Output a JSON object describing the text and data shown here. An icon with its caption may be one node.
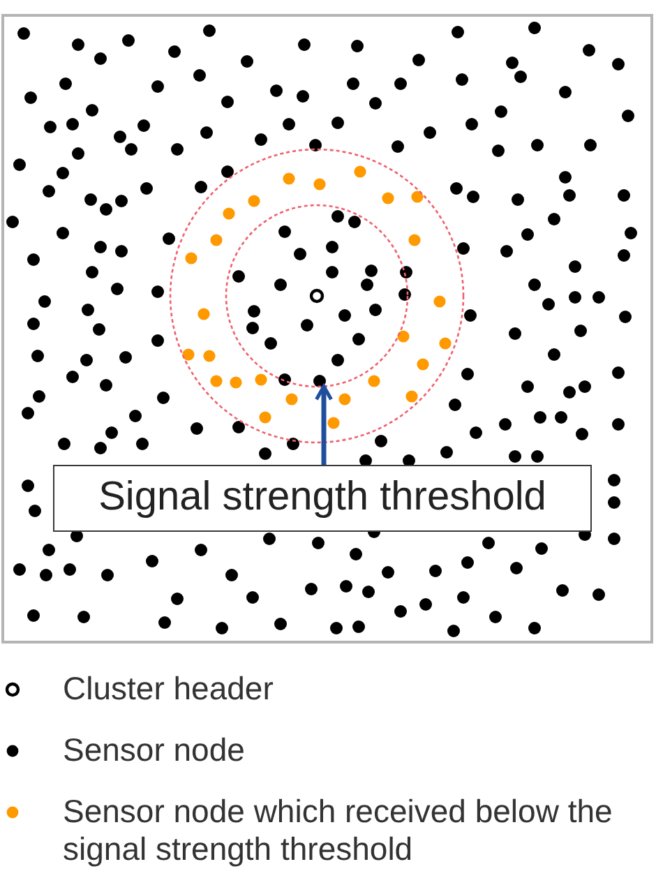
{
  "diagram": {
    "nodes": [
      {
        "text": [
          "Signal strength threshold"
        ]
      },
      {
        "text": [],
        "shape": "circle"
      }
    ],
    "edges": [
      {
        "from": 0,
        "to": 1,
        "arrow": "to"
      }
    ],
    "legend": [
      {
        "text": "Cluster header"
      },
      {
        "text": "Sensor node",
        "color": "#000000"
      },
      {
        "text": "Sensor node which received below the signal strength threshold",
        "color": "#ff9900"
      }
    ]
  }
}
